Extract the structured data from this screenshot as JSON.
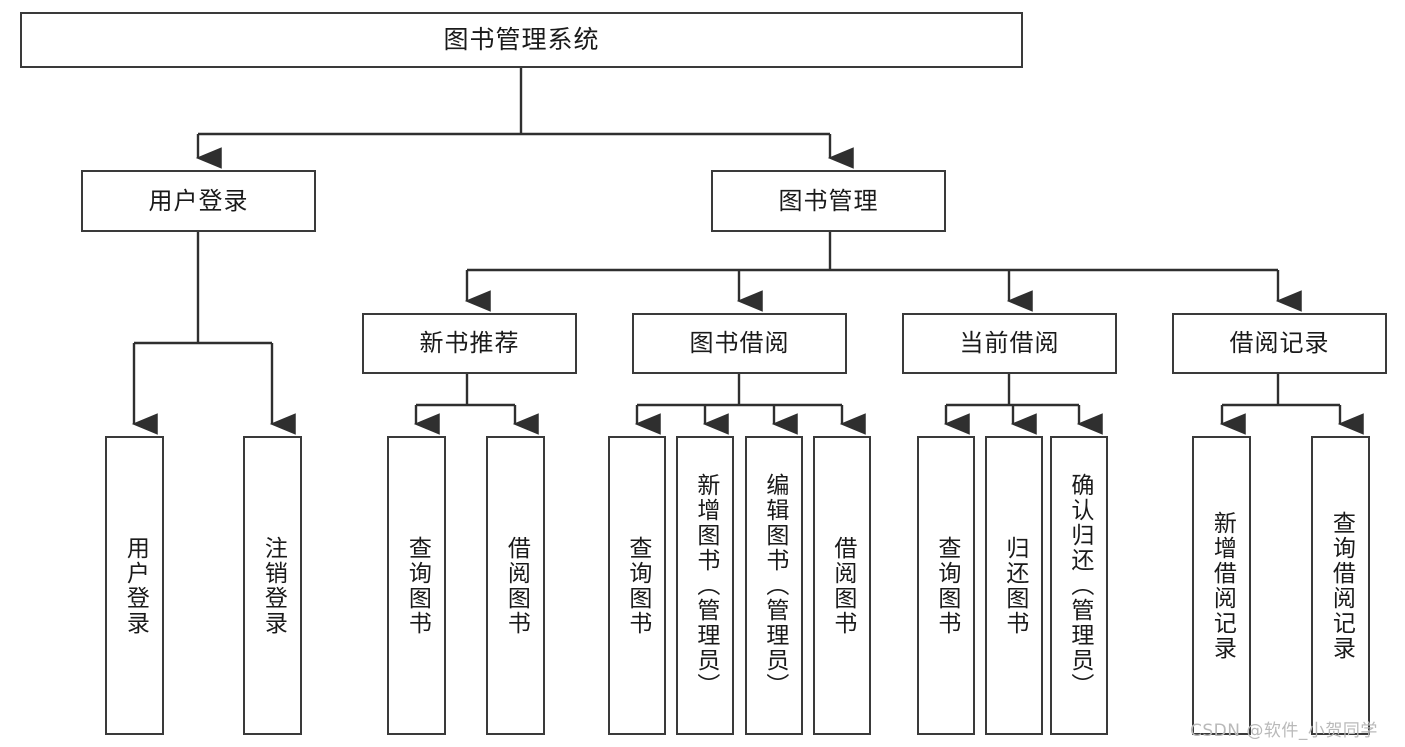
{
  "diagram": {
    "type": "tree-hierarchy-chart",
    "title": "图书管理系统",
    "levels": {
      "root": {
        "label": "图书管理系统"
      },
      "level2": [
        {
          "label": "用户登录"
        },
        {
          "label": "图书管理"
        }
      ],
      "level3": [
        {
          "label": "新书推荐"
        },
        {
          "label": "图书借阅"
        },
        {
          "label": "当前借阅"
        },
        {
          "label": "借阅记录"
        }
      ]
    },
    "leaves": {
      "user_login": [
        {
          "label": "用户登录"
        },
        {
          "label": "注销登录"
        }
      ],
      "new_book_recommend": [
        {
          "label": "查询图书"
        },
        {
          "label": "借阅图书"
        }
      ],
      "book_borrow": [
        {
          "label": "查询图书"
        },
        {
          "label": "新增图书（管理员）"
        },
        {
          "label": "编辑图书（管理员）"
        },
        {
          "label": "借阅图书"
        }
      ],
      "current_borrow": [
        {
          "label": "查询图书"
        },
        {
          "label": "归还图书"
        },
        {
          "label": "确认归还（管理员）"
        }
      ],
      "borrow_record": [
        {
          "label": "新增借阅记录"
        },
        {
          "label": "查询借阅记录"
        }
      ]
    },
    "watermark": "CSDN @软件_小贺同学",
    "colors": {
      "box_border": "#3a3a3a",
      "box_fill": "#ffffff",
      "connector": "#2f2f2f",
      "text": "#1a1a1a",
      "watermark": "#b9b9b9"
    }
  }
}
